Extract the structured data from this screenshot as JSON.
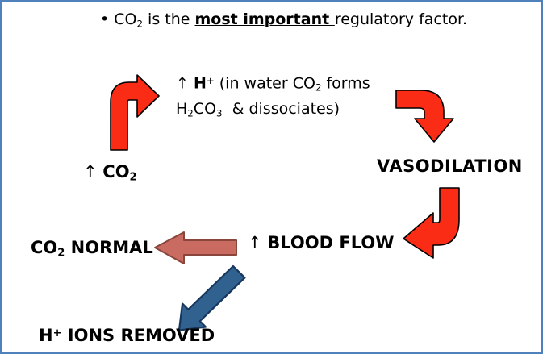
{
  "colors": {
    "border": "#4f81bd",
    "red_arrow": "#fb2c15",
    "red_outline": "#000000",
    "salmon_arrow": "#c96b61",
    "salmon_outline": "#8a453d",
    "blue_arrow": "#31618e",
    "blue_outline": "#17375e"
  },
  "bullet": {
    "marker": "•",
    "co": "CO",
    "co_sub": "2",
    "mid": " is the ",
    "emphasis": "most important ",
    "tail": "regulatory factor."
  },
  "h_plus_note": {
    "arrow": "↑ ",
    "h": "H",
    "h_sup": "+",
    "line1_a": " (in water CO",
    "line1_sub": "2",
    "line1_b": " forms",
    "line2_a": "H",
    "line2_sub1": "2",
    "line2_b": "CO",
    "line2_sub2": "3",
    "line2_c": "  & dissociates)"
  },
  "co2_up": {
    "arrow": "↑ ",
    "text": "CO",
    "sub": "2"
  },
  "vasodilation": {
    "label": "VASODILATION"
  },
  "blood_flow": {
    "arrow": "↑ ",
    "label": "BLOOD FLOW"
  },
  "co2_normal": {
    "co": "CO",
    "sub": "2",
    "rest": " NORMAL"
  },
  "h_ions_removed": {
    "h": "H",
    "sup": "+",
    "rest": " IONS REMOVED"
  }
}
